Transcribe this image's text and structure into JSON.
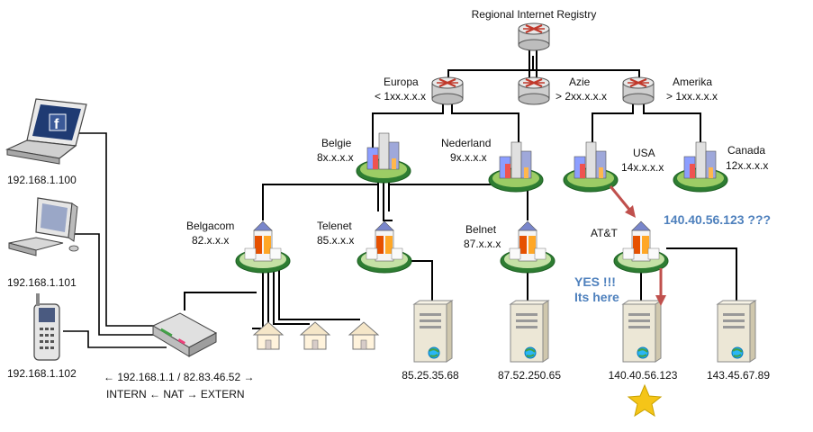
{
  "title": "Regional Internet Registry",
  "regions": {
    "europa": {
      "name": "Europa",
      "range": "< 1xx.x.x.x"
    },
    "azie": {
      "name": "Azie",
      "range": "> 2xx.x.x.x"
    },
    "amerika": {
      "name": "Amerika",
      "range": "> 1xx.x.x.x"
    }
  },
  "countries": {
    "belgie": {
      "name": "Belgie",
      "range": "8x.x.x.x"
    },
    "nederland": {
      "name": "Nederland",
      "range": "9x.x.x.x"
    },
    "usa": {
      "name": "USA",
      "range": "14x.x.x.x"
    },
    "canada": {
      "name": "Canada",
      "range": "12x.x.x.x"
    }
  },
  "isps": {
    "belgacom": {
      "name": "Belgacom",
      "range": "82.x.x.x"
    },
    "telenet": {
      "name": "Telenet",
      "range": "85.x.x.x"
    },
    "belnet": {
      "name": "Belnet",
      "range": "87.x.x.x"
    },
    "att": {
      "name": "AT&T"
    }
  },
  "devices": {
    "laptop_ip": "192.168.1.100",
    "desktop_ip": "192.168.1.101",
    "phone_ip": "192.168.1.102"
  },
  "router": {
    "line1": "←  192.168.1.1 / 82.83.46.52  →",
    "line2": "INTERN  ←  NAT →    EXTERN"
  },
  "servers": [
    "85.25.35.68",
    "87.52.250.65",
    "140.40.56.123",
    "143.45.67.89"
  ],
  "annotations": {
    "question": "140.40.56.123 ???",
    "answer_line1": "YES !!!",
    "answer_line2": "Its here"
  },
  "colors": {
    "annotation": "#4f81bd",
    "arrow": "#c0504d",
    "star": "#f5c518",
    "network_ellipse": "#2e7d32"
  }
}
